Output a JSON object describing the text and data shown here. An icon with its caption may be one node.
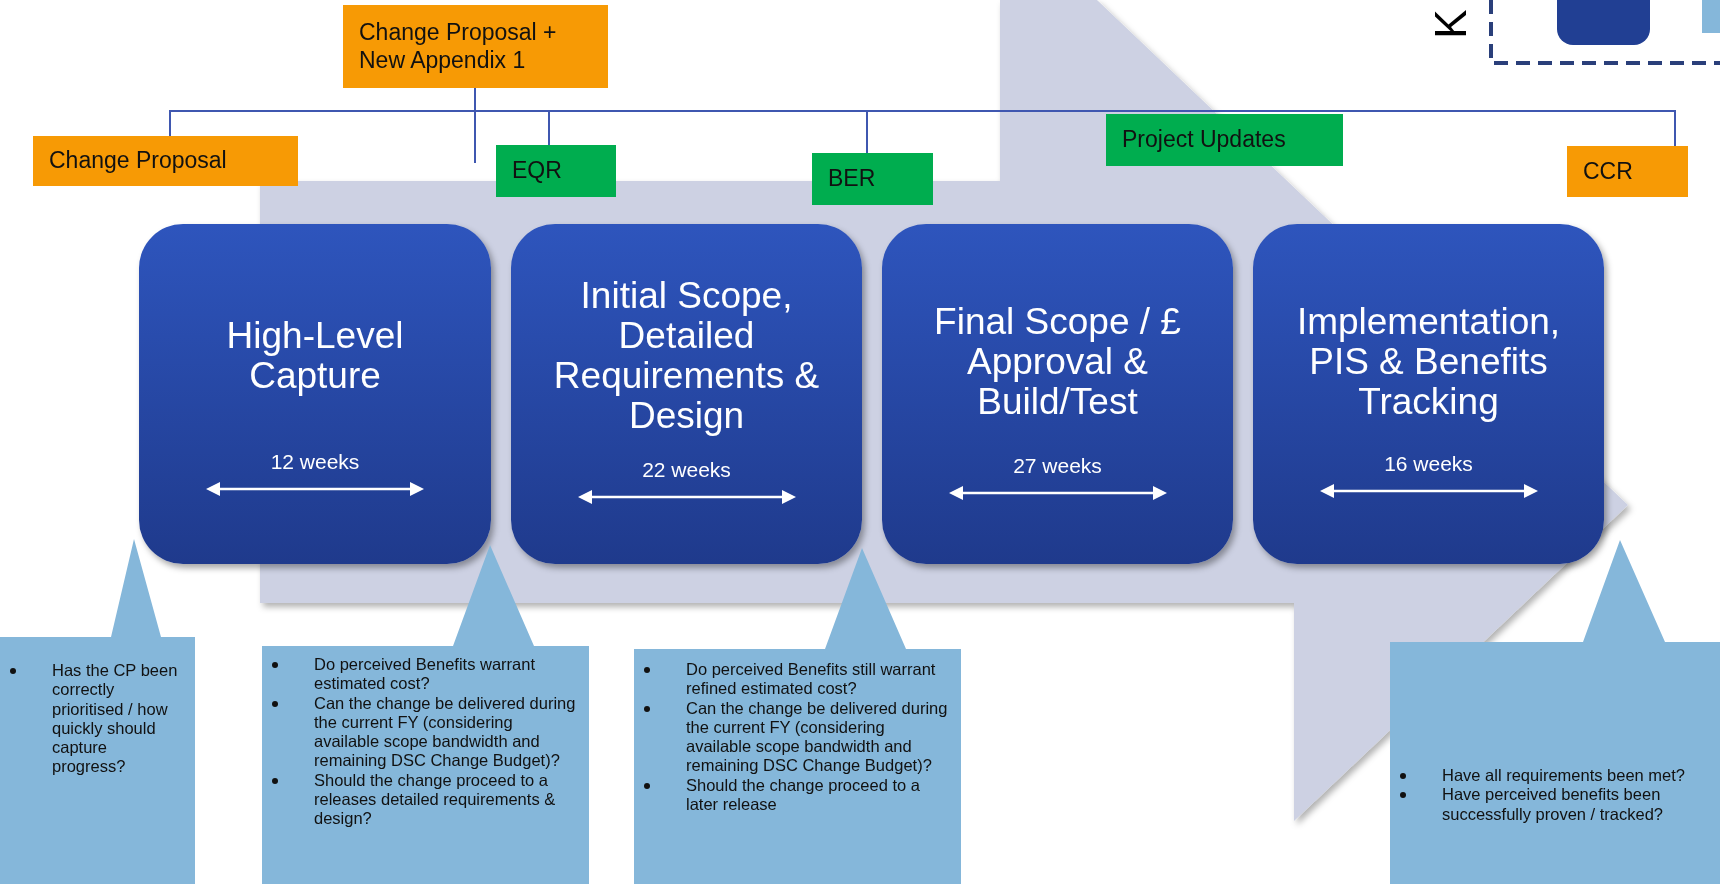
{
  "diagram": {
    "nodes": [
      {
        "text": [
          "Change Proposal + New Appendix 1"
        ]
      },
      {
        "text": [
          "Change Proposal"
        ]
      },
      {
        "text": [
          "EQR"
        ]
      },
      {
        "text": [
          "BER"
        ]
      },
      {
        "text": [
          "Project Updates"
        ]
      },
      {
        "text": [
          "CCR"
        ]
      },
      {
        "text": [
          "High-Level Capture",
          "12 weeks"
        ]
      },
      {
        "text": [
          "Initial Scope, Detailed Requirements & Design",
          "22 weeks"
        ]
      },
      {
        "text": [
          "Final Scope / £ Approval & Build/Test",
          "27 weeks"
        ]
      },
      {
        "text": [
          "Implementation, PIS & Benefits Tracking",
          "16 weeks"
        ]
      },
      {
        "text": [
          "Has the CP been correctly prioritised / how quickly should capture progress?"
        ]
      },
      {
        "text": [
          "Do perceived Benefits warrant estimated cost?",
          "Can the change be delivered during the current FY (considering available scope bandwidth and remaining DSC Change Budget)?",
          "Should the change proceed to a releases detailed requirements & design?"
        ]
      },
      {
        "text": [
          "Do perceived Benefits still warrant refined estimated cost?",
          "Can the change be delivered during the current FY (considering available scope bandwidth and remaining DSC Change Budget)?",
          "Should the change proceed to a later release"
        ]
      },
      {
        "text": [
          "Have all requirements been met?",
          "Have perceived benefits been successfully proven / tracked?"
        ]
      }
    ],
    "edges": [
      {
        "from": 0,
        "to": 1,
        "arrow": "none"
      },
      {
        "from": 0,
        "to": 2,
        "arrow": "none"
      },
      {
        "from": 0,
        "to": 3,
        "arrow": "none"
      },
      {
        "from": 0,
        "to": 5,
        "arrow": "none"
      },
      {
        "from": 0,
        "to": null,
        "arrow": "none"
      },
      {
        "from": 6,
        "to": 9,
        "arrow": "to",
        "style": "thick"
      }
    ],
    "labels": [
      "K"
    ]
  }
}
